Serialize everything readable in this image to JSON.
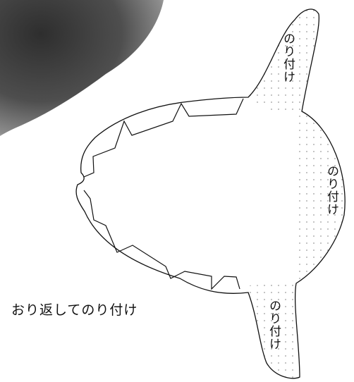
{
  "labels": {
    "top_fin": "のり付け",
    "right_edge": "のり付け",
    "bottom_fin": "のり付け",
    "fold_instruction": "おり返してのり付け"
  },
  "colors": {
    "outline": "#111111",
    "shadow_dark": "#3a3a3a",
    "shadow_light": "#d0d0d0",
    "dots": "#9a9a9a"
  }
}
